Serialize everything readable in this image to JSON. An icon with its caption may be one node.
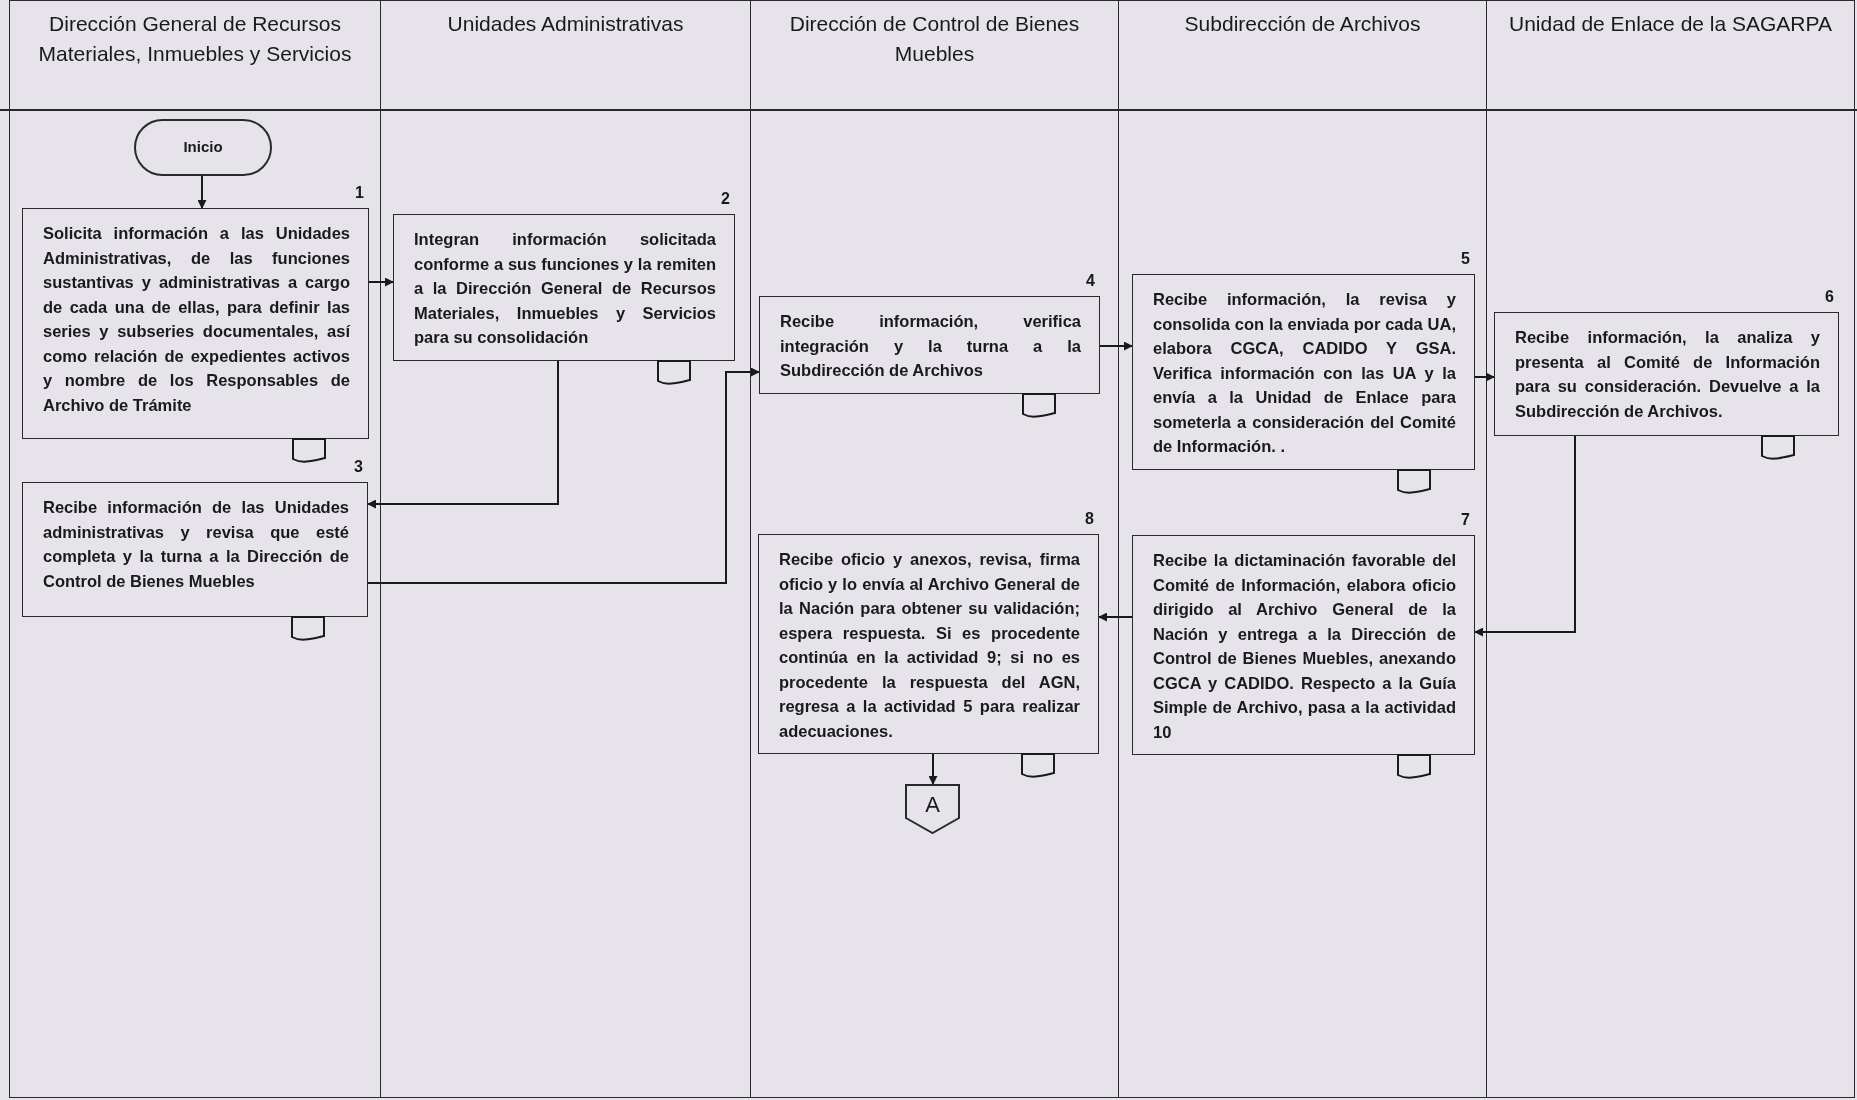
{
  "diagram": {
    "nodes": [
      {
        "text": [
          "Dirección General de Recursos Materiales, Inmuebles y Servicios"
        ]
      },
      {
        "text": [
          "Unidades Administrativas"
        ]
      },
      {
        "text": [
          "Dirección de Control de Bienes Muebles"
        ]
      },
      {
        "text": [
          "Subdirección de Archivos"
        ]
      },
      {
        "text": [
          "Unidad de Enlace de la SAGARPA"
        ]
      },
      {
        "text": [
          "Inicio"
        ],
        "in": 0
      },
      {
        "text": [
          "Solicita información a las Unidades Administrativas, de las funciones sustantivas y administrativas a cargo de cada una de ellas, para definir las series y subseries documentales, así como relación de expedientes activos y nombre de los Responsables de Archivo de Trámite"
        ],
        "beside": [
          "1"
        ],
        "in": 0
      },
      {
        "text": [
          "Integran información solicitada conforme a sus funciones y la remiten a la Dirección General de Recursos Materiales, Inmuebles y Servicios para su consolidación"
        ],
        "beside": [
          "2"
        ],
        "in": 1
      },
      {
        "text": [
          "Recibe información de las Unidades administrativas y revisa que esté completa y la turna a la Dirección de Control de Bienes Muebles"
        ],
        "beside": [
          "3"
        ],
        "in": 0
      },
      {
        "text": [
          "Recibe información, verifica integración y la turna a la Subdirección de Archivos"
        ],
        "beside": [
          "4"
        ],
        "in": 2
      },
      {
        "text": [
          "Recibe información, la revisa y consolida con la enviada por cada UA, elabora CGCA, CADIDO Y GSA. Verifica información con las UA y la envía a la Unidad de Enlace para someterla a consideración del Comité de Información. ."
        ],
        "beside": [
          "5"
        ],
        "in": 3
      },
      {
        "text": [
          "Recibe información, la analiza y presenta al Comité de Información para su consideración. Devuelve a la Subdirección de Archivos."
        ],
        "beside": [
          "6"
        ],
        "in": 4
      },
      {
        "text": [
          "Recibe la dictaminación favorable del Comité de Información, elabora oficio dirigido al Archivo General de la Nación y entrega a la Dirección de Control de Bienes Muebles, anexando CGCA y CADIDO. Respecto a la Guía Simple de Archivo, pasa a la actividad 10"
        ],
        "beside": [
          "7"
        ],
        "in": 3
      },
      {
        "text": [
          "Recibe oficio y anexos, revisa, firma oficio y lo envía al Archivo General de la Nación para obtener su validación; espera respuesta. Si es procedente continúa en la actividad 9; si no es procedente la respuesta del AGN, regresa a la actividad 5 para realizar adecuaciones."
        ],
        "beside": [
          "8"
        ],
        "in": 2
      },
      {
        "text": [
          "A"
        ],
        "in": 2
      }
    ],
    "edges": [
      {
        "from": 5,
        "to": 6,
        "arrow": "to"
      },
      {
        "from": 6,
        "to": 7,
        "arrow": "to"
      },
      {
        "from": 7,
        "to": 8,
        "arrow": "to"
      },
      {
        "from": 8,
        "to": 9,
        "arrow": "to"
      },
      {
        "from": 9,
        "to": 10,
        "arrow": "to"
      },
      {
        "from": 10,
        "to": 11,
        "arrow": "to"
      },
      {
        "from": 11,
        "to": 12,
        "arrow": "to"
      },
      {
        "from": 12,
        "to": 13,
        "arrow": "to"
      },
      {
        "from": 13,
        "to": 14,
        "arrow": "to"
      }
    ]
  }
}
